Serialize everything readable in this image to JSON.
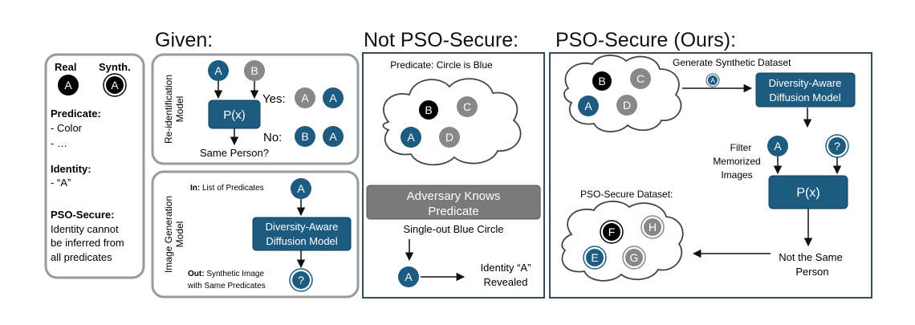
{
  "headings": {
    "given": "Given:",
    "not_secure": "Not PSO-Secure:",
    "secure": "PSO-Secure (Ours):"
  },
  "legend": {
    "real_label": "Real",
    "synth_label": "Synth.",
    "real_node": "A",
    "synth_node": "A",
    "predicate_title": "Predicate:",
    "predicate_items": [
      "-  Color",
      "-  …"
    ],
    "identity_title": "Identity:",
    "identity_value": "- “A”",
    "pso_title": "PSO-Secure:",
    "pso_lines": [
      "Identity cannot",
      "be inferred from",
      "all predicates"
    ]
  },
  "reid": {
    "side_label": [
      "Re-identification",
      "Model"
    ],
    "input_a": "A",
    "input_b": "B",
    "model": "P(x)",
    "yes_label": "Yes:",
    "yes_nodes": [
      "A",
      "A"
    ],
    "no_label": "No:",
    "no_nodes": [
      "B",
      "A"
    ],
    "output": "Same Person?"
  },
  "imagegen": {
    "side_label": [
      "Image Generation",
      "Model"
    ],
    "in_bold": "In:",
    "in_text": " List of Predicates",
    "input_node": "A",
    "model_lines": [
      "Diversity-Aware",
      "Diffusion Model"
    ],
    "out_bold": "Out:",
    "out_lines": [
      " Synthetic Image",
      "with Same Predicates"
    ],
    "output_node": "?"
  },
  "not_secure": {
    "predicate": "Predicate: Circle is Blue",
    "cloud_nodes": [
      "B",
      "C",
      "A",
      "D"
    ],
    "adversary_lines": [
      "Adversary Knows",
      "Predicate"
    ],
    "single_out": "Single-out Blue Circle",
    "node": "A",
    "revealed_lines": [
      "Identity “A”",
      "Revealed"
    ]
  },
  "secure": {
    "generate": "Generate Synthetic Dataset",
    "cloud_nodes": [
      "B",
      "C",
      "A",
      "D"
    ],
    "small_node": "A",
    "model_lines": [
      "Diversity-Aware",
      "Diffusion Model"
    ],
    "filter_lines": [
      "Filter",
      "Memorized",
      "Images"
    ],
    "compare_nodes": [
      "A",
      "?"
    ],
    "model": "P(x)",
    "dataset_title": "PSO-Secure Dataset:",
    "dataset_nodes": [
      "F",
      "H",
      "E",
      "G"
    ],
    "result_lines": [
      "Not the Same",
      "Person"
    ]
  },
  "colors": {
    "blue": "#1d5c80",
    "gray": "#888888",
    "dark": "#000000",
    "banner": "#7a7a7a",
    "panel_border": "#9a9a9a"
  }
}
